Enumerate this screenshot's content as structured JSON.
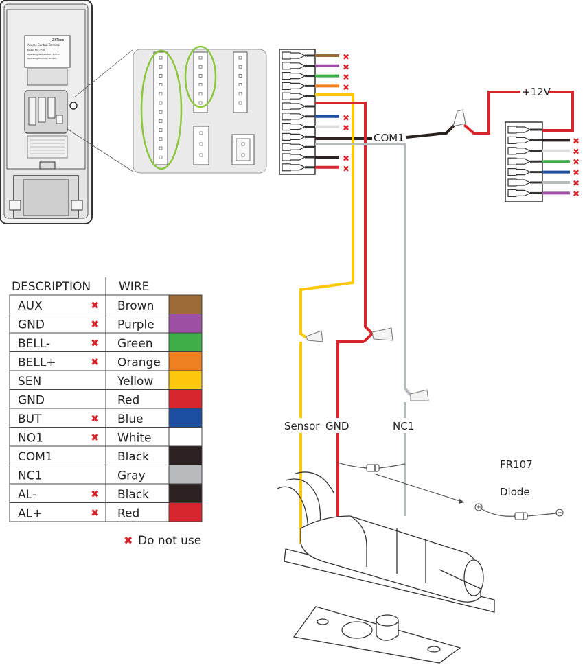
{
  "device": {
    "brand": "ZKTeco",
    "label_title": "Access Control Terminal",
    "label_lines": [
      "Model: F22 / F18",
      "Operating Temperature: 0-45°C",
      "Operating Humidity: 20-80%"
    ]
  },
  "table": {
    "header_description": "DESCRIPTION",
    "header_wire": "WIRE",
    "rows": [
      {
        "description": "AUX",
        "wire": "Brown",
        "color": "#9b6a36",
        "not_used": true
      },
      {
        "description": "GND",
        "wire": "Purple",
        "color": "#9c4fa3",
        "not_used": true
      },
      {
        "description": "BELL-",
        "wire": "Green",
        "color": "#3fae49",
        "not_used": true
      },
      {
        "description": "BELL+",
        "wire": "Orange",
        "color": "#ef8022",
        "not_used": true
      },
      {
        "description": "SEN",
        "wire": "Yellow",
        "color": "#fcc70d",
        "not_used": false
      },
      {
        "description": "GND",
        "wire": "Red",
        "color": "#d7262e",
        "not_used": false
      },
      {
        "description": "BUT",
        "wire": "Blue",
        "color": "#1d4ea2",
        "not_used": true
      },
      {
        "description": "NO1",
        "wire": "White",
        "color": "#ffffff",
        "not_used": true
      },
      {
        "description": "COM1",
        "wire": "Black",
        "color": "#2b2221",
        "not_used": false
      },
      {
        "description": "NC1",
        "wire": "Gray",
        "color": "#b7bbbd",
        "not_used": false
      },
      {
        "description": "AL-",
        "wire": "Black",
        "color": "#2b2221",
        "not_used": true
      },
      {
        "description": "AL+",
        "wire": "Red",
        "color": "#d7262e",
        "not_used": true
      }
    ],
    "legend_text": "Do not use"
  },
  "labels": {
    "com1": "COM1",
    "plus12v": "+12V",
    "sensor": "Sensor",
    "gnd": "GND",
    "nc1": "NC1",
    "fr107": "FR107",
    "diode": "Diode"
  },
  "x_mark": "✖",
  "colors": {
    "yellow": "#fcc70d",
    "red": "#d7262e",
    "gray": "#b7bbbd",
    "black": "#2b2221",
    "brown": "#9b6a36",
    "purple": "#9c4fa3",
    "green": "#3fae49",
    "orange": "#ef8022",
    "blue": "#1d4ea2",
    "x_red": "#d7262e",
    "green_highlight": "#8cc63f"
  }
}
